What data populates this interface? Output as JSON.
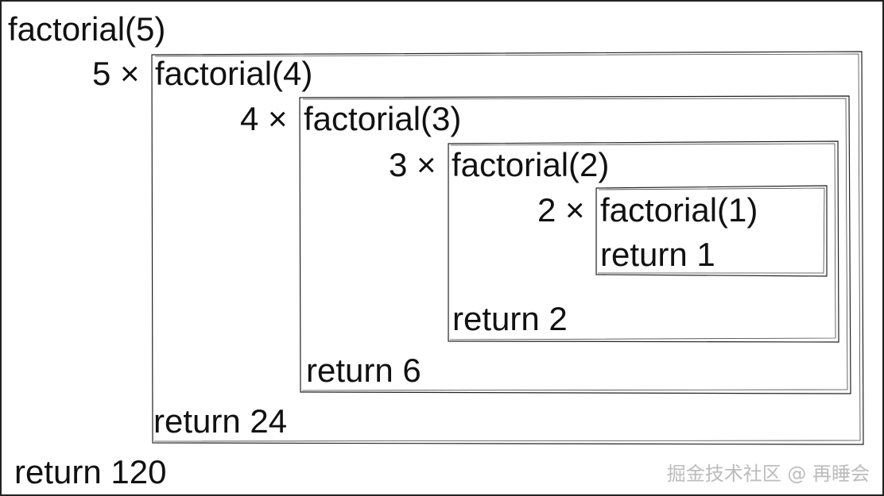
{
  "diagram": {
    "calls": [
      "factorial(5)",
      "factorial(4)",
      "factorial(3)",
      "factorial(2)",
      "factorial(1)"
    ],
    "multipliers": [
      "5 ×",
      "4 ×",
      "3 ×",
      "2 ×"
    ],
    "returns": [
      "return 120",
      "return 24",
      "return 6",
      "return 2",
      "return 1"
    ]
  },
  "watermark": "掘金技术社区 @ 再睡会",
  "colors": {
    "ink": "#111111",
    "watermark": "#bdbdbd",
    "background": "#ffffff"
  }
}
